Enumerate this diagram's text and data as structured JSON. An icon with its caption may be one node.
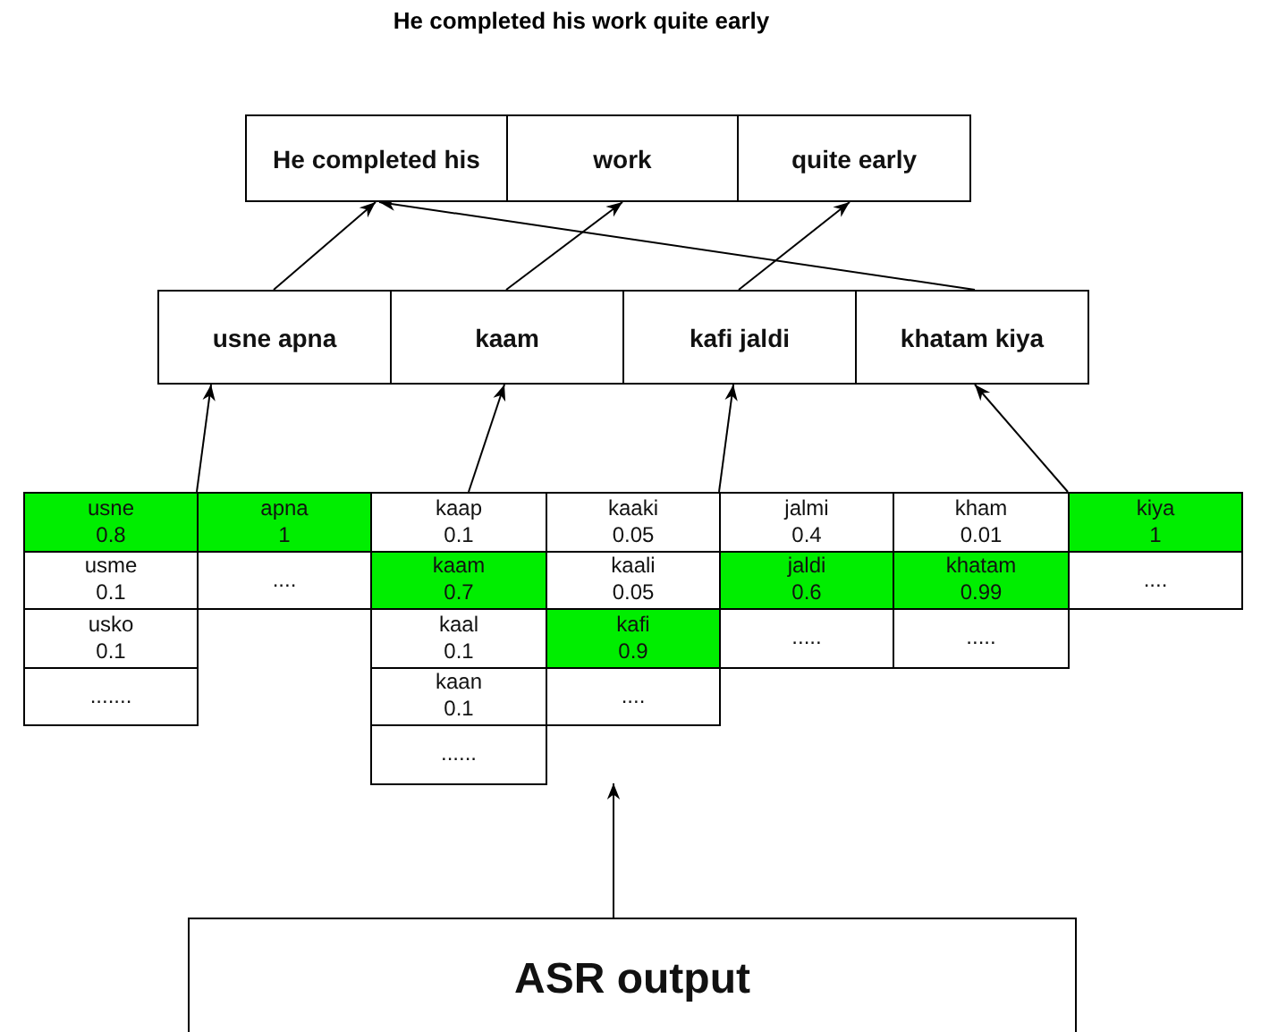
{
  "diagram": {
    "title": "He completed his work quite early",
    "nodes": [
      {
        "text": [
          "He completed his"
        ]
      },
      {
        "text": [
          "work"
        ]
      },
      {
        "text": [
          "quite early"
        ]
      },
      {
        "text": [
          "usne apna"
        ]
      },
      {
        "text": [
          "kaam"
        ]
      },
      {
        "text": [
          "kafi jaldi"
        ]
      },
      {
        "text": [
          "khatam kiya"
        ]
      },
      {
        "text": [
          "usne",
          "0.8"
        ]
      },
      {
        "text": [
          "usme",
          "0.1"
        ]
      },
      {
        "text": [
          "usko",
          "0.1"
        ]
      },
      {
        "text": [
          "......."
        ]
      },
      {
        "text": [
          "apna",
          "1"
        ]
      },
      {
        "text": [
          "...."
        ]
      },
      {
        "text": [
          "kaap",
          "0.1"
        ]
      },
      {
        "text": [
          "kaam",
          "0.7"
        ]
      },
      {
        "text": [
          "kaal",
          "0.1"
        ]
      },
      {
        "text": [
          "kaan",
          "0.1"
        ]
      },
      {
        "text": [
          "......"
        ]
      },
      {
        "text": [
          "kaaki",
          "0.05"
        ]
      },
      {
        "text": [
          "kaali",
          "0.05"
        ]
      },
      {
        "text": [
          "kafi",
          "0.9"
        ]
      },
      {
        "text": [
          "...."
        ]
      },
      {
        "text": [
          "jalmi",
          "0.4"
        ]
      },
      {
        "text": [
          "jaldi",
          "0.6"
        ]
      },
      {
        "text": [
          "....."
        ]
      },
      {
        "text": [
          "kham",
          "0.01"
        ]
      },
      {
        "text": [
          "khatam",
          "0.99"
        ]
      },
      {
        "text": [
          "....."
        ]
      },
      {
        "text": [
          "kiya",
          "1"
        ]
      },
      {
        "text": [
          "...."
        ]
      },
      {
        "text": [
          "ASR output"
        ]
      }
    ],
    "edges": [
      {
        "from": 3,
        "to": 0,
        "arrow": "to"
      },
      {
        "from": 4,
        "to": 1,
        "arrow": "to"
      },
      {
        "from": 5,
        "to": 2,
        "arrow": "to"
      },
      {
        "from": 6,
        "to": 0,
        "arrow": "to"
      },
      {
        "from": 11,
        "to": 3,
        "arrow": "to"
      },
      {
        "from": 13,
        "to": 4,
        "arrow": "to"
      },
      {
        "from": 22,
        "to": 5,
        "arrow": "to"
      },
      {
        "from": 28,
        "to": 6,
        "arrow": "to"
      },
      {
        "from": 30,
        "to": null,
        "arrow": "to"
      }
    ]
  }
}
